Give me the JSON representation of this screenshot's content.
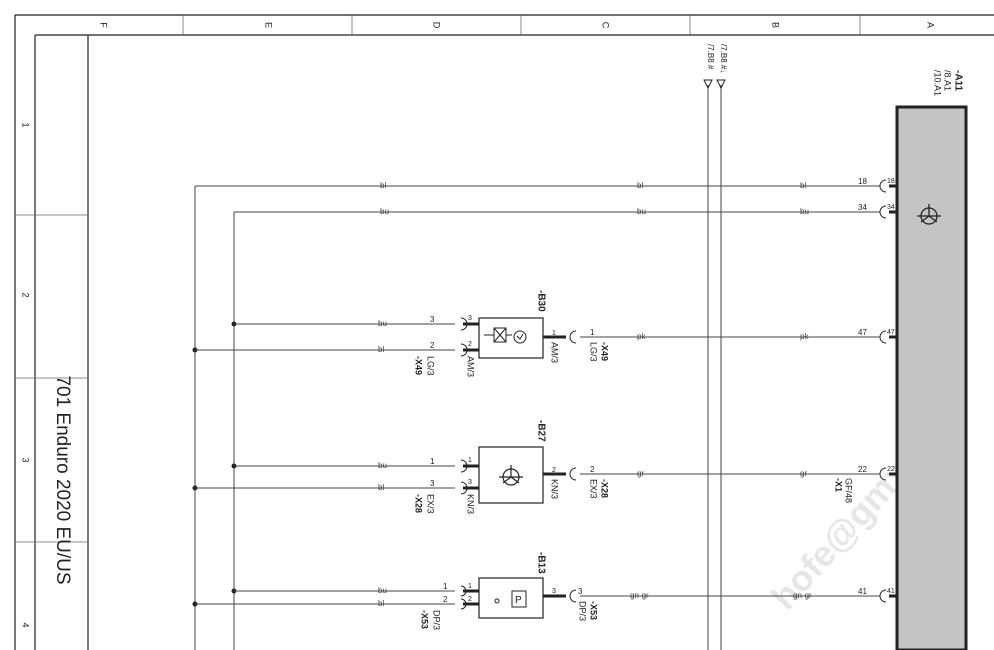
{
  "title": "701 Enduro 2020 EU/US",
  "watermark": "hofe@gmx.de,",
  "column_markers": [
    "F",
    "E",
    "D",
    "C",
    "B",
    "A"
  ],
  "row_markers": [
    "1",
    "2",
    "3",
    "4"
  ],
  "refs": {
    "r1": "/7.B8 #",
    "r2": "/7.B8 #↓",
    "a11_name": "-A11",
    "a11_ref1": "/8.A1",
    "a11_ref2": "/10.A1"
  },
  "wires": {
    "bl": "bl",
    "bu": "bu",
    "pk": "pk",
    "gr": "gr",
    "gn_gr": "gn-gr"
  },
  "pins": {
    "p18": "18",
    "p34": "34",
    "p47": "47",
    "p22": "22",
    "p41": "41",
    "n1": "1",
    "n2": "2",
    "n3": "3"
  },
  "components": {
    "b30": "-B30",
    "b27": "-B27",
    "b13": "-B13",
    "x49": "-X49",
    "x28": "-X28",
    "x53": "-X53",
    "x1": "-X1"
  },
  "connector_codes": {
    "lg3": "LG/3",
    "am3": "AM/3",
    "ex3": "EX/3",
    "kn3": "KN/3",
    "dp3": "DP/3",
    "gf48": "GF/48"
  },
  "symbols": {
    "p_letter": "P",
    "a11_icon": "steering-wheel-icon",
    "b27_icon": "steering-wheel-icon",
    "b30_icon": "switch-sensor-icon",
    "b13_icon": "pressure-sensor-icon"
  }
}
